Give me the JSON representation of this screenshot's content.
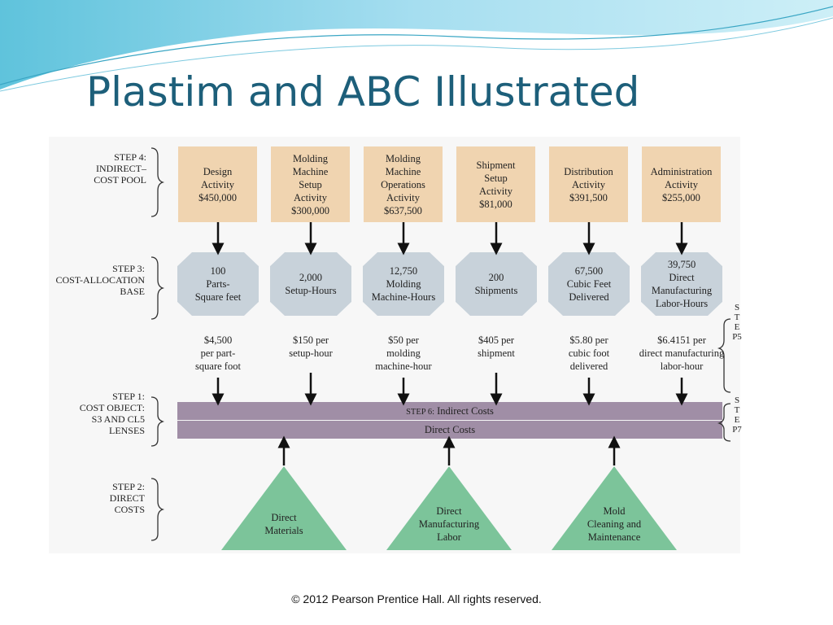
{
  "title": "Plastim and ABC Illustrated",
  "footer": "© 2012 Pearson Prentice Hall. All rights reserved.",
  "colors": {
    "pool": "#f0d4b0",
    "base": "#c8d2da",
    "bar": "#a08ea6",
    "triangle": "#7cc49a",
    "title": "#1d5f7a"
  },
  "steps": {
    "step4": "STEP 4:\nINDIRECT–\nCOST POOL",
    "step3": "STEP 3:\nCOST-ALLOCATION\nBASE",
    "step1": "STEP 1:\nCOST OBJECT:\nS3 AND CL5\nLENSES",
    "step2": "STEP 2:\nDIRECT\nCOSTS",
    "step5": "STEP5",
    "step7": "STEP7"
  },
  "pools": [
    "Design\nActivity\n$450,000",
    "Molding\nMachine\nSetup\nActivity\n$300,000",
    "Molding\nMachine\nOperations\nActivity\n$637,500",
    "Shipment\nSetup\nActivity\n$81,000",
    "Distribution\nActivity\n$391,500",
    "Administration\nActivity\n$255,000"
  ],
  "bases": [
    "100\nParts-\nSquare feet",
    "2,000\nSetup-Hours",
    "12,750\nMolding\nMachine-Hours",
    "200\nShipments",
    "67,500\nCubic Feet\nDelivered",
    "39,750\nDirect\nManufacturing\nLabor-Hours"
  ],
  "rates": [
    "$4,500\nper part-\nsquare foot",
    "$150 per\nsetup-hour",
    "$50 per\nmolding\nmachine-hour",
    "$405 per\nshipment",
    "$5.80 per\ncubic foot\ndelivered",
    "$6.4151 per\ndirect manufacturing\nlabor-hour"
  ],
  "bars": {
    "indirect_prefix": "STEP 6:",
    "indirect": "Indirect Costs",
    "direct": "Direct Costs"
  },
  "direct_costs": [
    "Direct\nMaterials",
    "Direct\nManufacturing\nLabor",
    "Mold\nCleaning and\nMaintenance"
  ]
}
